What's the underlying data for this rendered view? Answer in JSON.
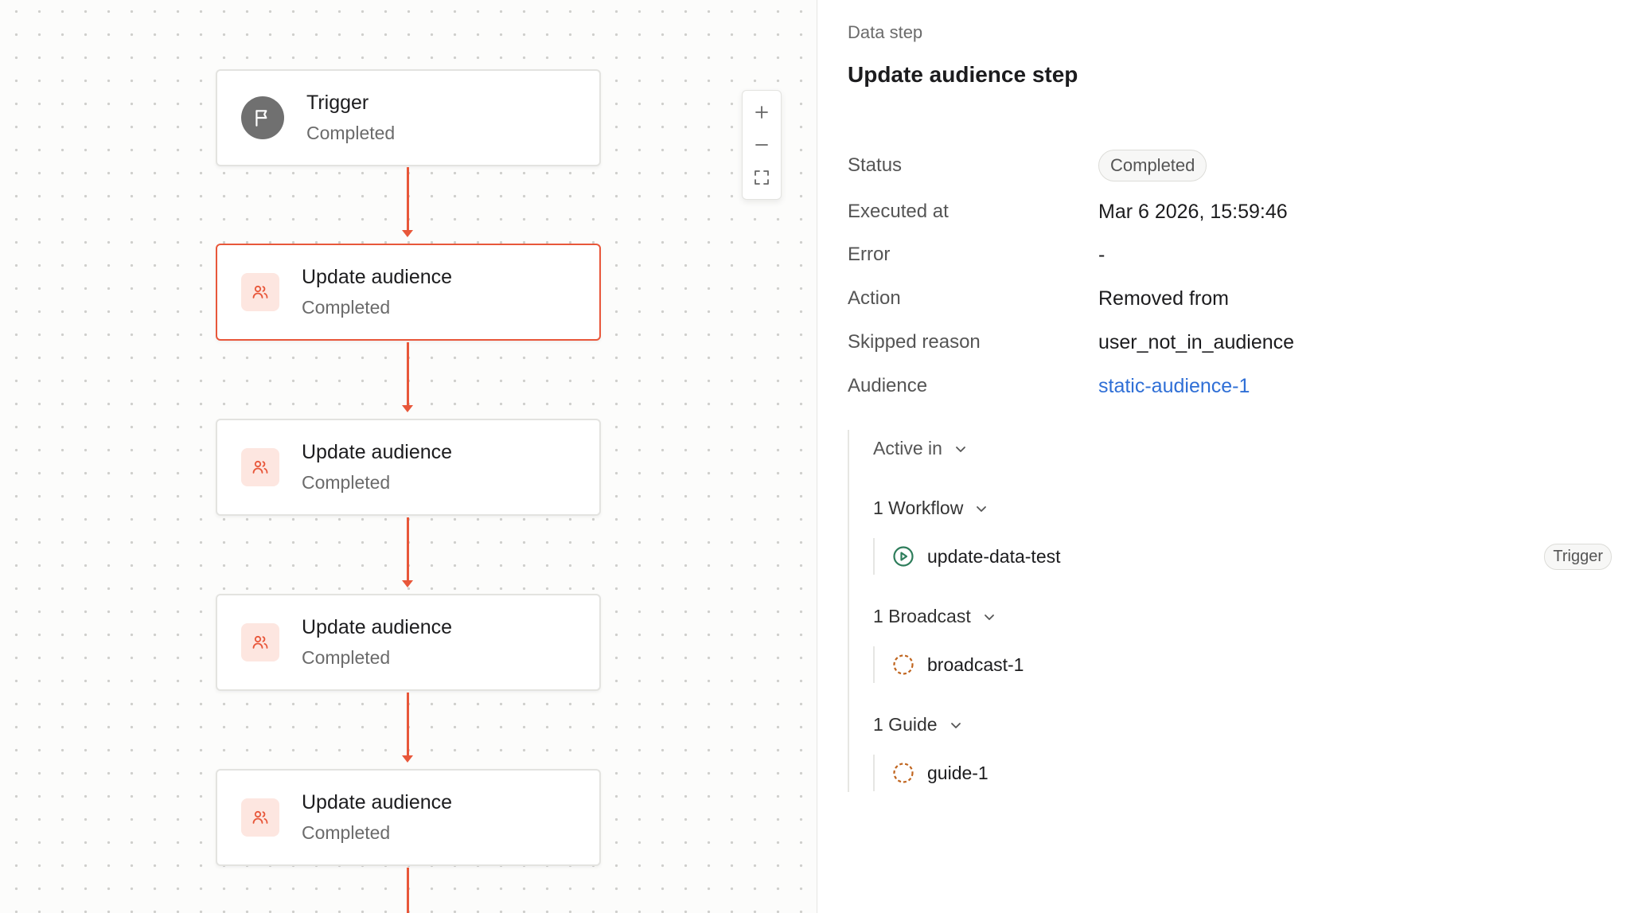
{
  "canvas": {
    "nodes": [
      {
        "title": "Trigger",
        "status": "Completed",
        "icon": "flag-icon",
        "selected": false
      },
      {
        "title": "Update audience",
        "status": "Completed",
        "icon": "users-icon",
        "selected": true
      },
      {
        "title": "Update audience",
        "status": "Completed",
        "icon": "users-icon",
        "selected": false
      },
      {
        "title": "Update audience",
        "status": "Completed",
        "icon": "users-icon",
        "selected": false
      },
      {
        "title": "Update audience",
        "status": "Completed",
        "icon": "users-icon",
        "selected": false
      }
    ],
    "zoom_controls": [
      "plus-icon",
      "minus-icon",
      "fit-view-icon"
    ],
    "connector_color": "#e8573a"
  },
  "panel": {
    "eyebrow": "Data step",
    "title": "Update audience step",
    "fields": [
      {
        "label": "Status",
        "value": "Completed",
        "style": "badge"
      },
      {
        "label": "Executed at",
        "value": "Mar 6 2026, 15:59:46"
      },
      {
        "label": "Error",
        "value": "-"
      },
      {
        "label": "Action",
        "value": "Removed from"
      },
      {
        "label": "Skipped reason",
        "value": "user_not_in_audience"
      },
      {
        "label": "Audience",
        "value": "static-audience-1",
        "style": "link"
      }
    ],
    "active_in": {
      "label": "Active in",
      "groups": [
        {
          "label": "1 Workflow",
          "items": [
            {
              "name": "update-data-test",
              "icon": "play-circle-icon",
              "tag": "Trigger"
            }
          ]
        },
        {
          "label": "1 Broadcast",
          "items": [
            {
              "name": "broadcast-1",
              "icon": "dashed-circle-icon"
            }
          ]
        },
        {
          "label": "1 Guide",
          "items": [
            {
              "name": "guide-1",
              "icon": "dashed-circle-icon"
            }
          ]
        }
      ]
    },
    "colors": {
      "accent": "#e8573a",
      "link": "#2f6fd6",
      "success": "#2e7d5b",
      "pending": "#c0651f"
    }
  }
}
